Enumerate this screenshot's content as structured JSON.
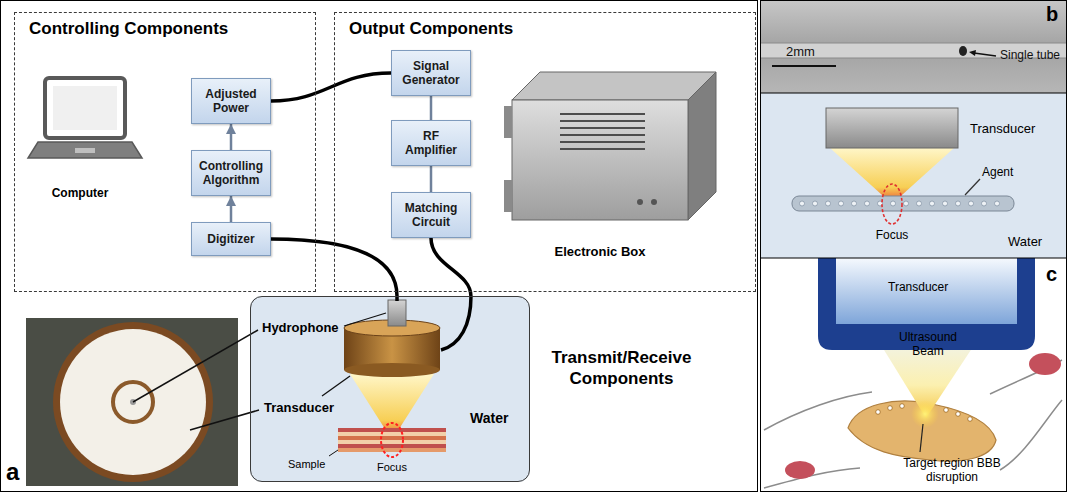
{
  "diagram": {
    "nodes": [
      {
        "text": [
          "Controlling Components"
        ]
      },
      {
        "text": [
          "Adjusted Power"
        ],
        "in": 0
      },
      {
        "text": [
          "Controlling Algorithm"
        ],
        "in": 0
      },
      {
        "text": [
          "Digitizer"
        ],
        "in": 0
      },
      {
        "text": [
          "Output Components"
        ]
      },
      {
        "text": [
          "Signal Generator"
        ],
        "in": 4
      },
      {
        "text": [
          "RF Amplifier"
        ],
        "in": 4
      },
      {
        "text": [
          "Matching Circuit"
        ],
        "in": 4
      },
      {
        "text": [
          "Transmit/Receive Components"
        ]
      }
    ],
    "edges": [
      {
        "from": 3,
        "to": 2,
        "arrow": "to"
      },
      {
        "from": 2,
        "to": 1,
        "arrow": "to"
      },
      {
        "from": 1,
        "to": 5,
        "arrow": "none"
      },
      {
        "from": 5,
        "to": 6,
        "arrow": "to"
      },
      {
        "from": 6,
        "to": 7,
        "arrow": "to"
      },
      {
        "from": 7,
        "to": 8,
        "arrow": "none"
      },
      {
        "from": 3,
        "to": 8,
        "arrow": "none"
      }
    ],
    "labels": [
      "Computer",
      "Electronic Box",
      "Hydrophone",
      "Transducer",
      "Water",
      "Sample",
      "Focus",
      "a",
      "b",
      "2mm",
      "Single tube",
      "Transducer",
      "Agent",
      "Focus",
      "Water",
      "c",
      "Transducer",
      "Ultrasound Beam",
      "Target region BBB disruption"
    ]
  }
}
